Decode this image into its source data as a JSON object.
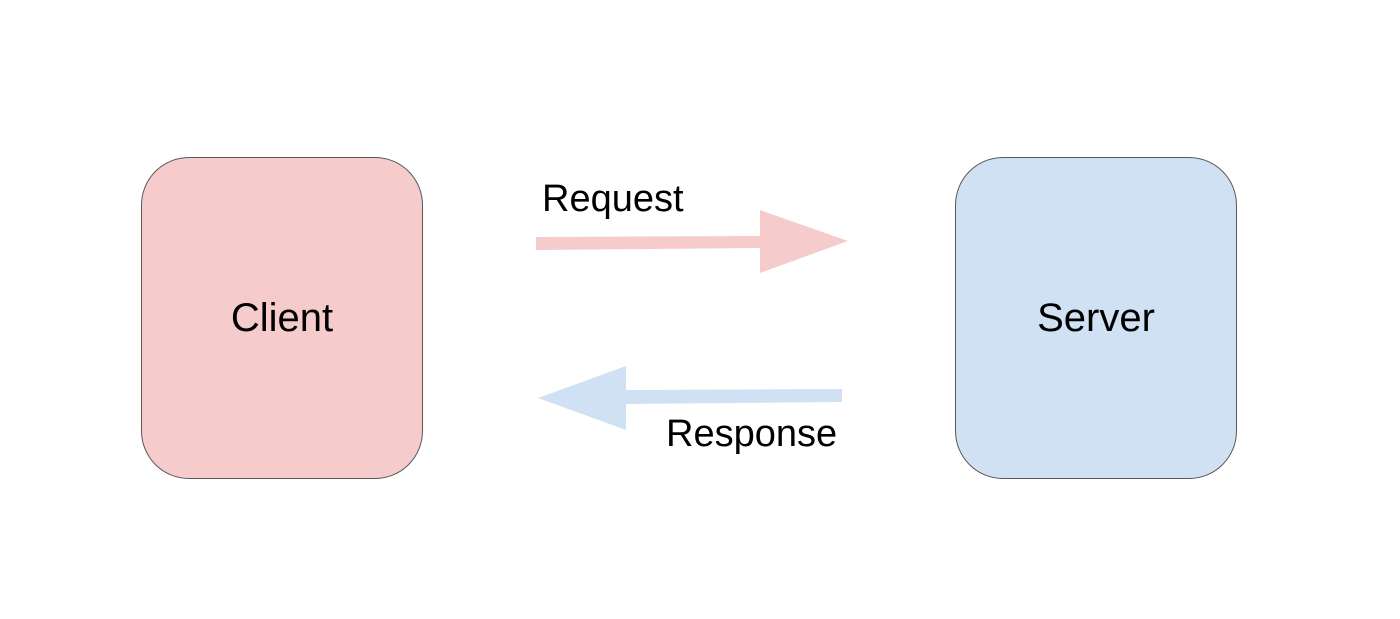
{
  "diagram": {
    "client": {
      "label": "Client",
      "fill": "#f6cbcc"
    },
    "server": {
      "label": "Server",
      "fill": "#cfe1f2"
    },
    "request": {
      "label": "Request",
      "color": "#f6cbcc",
      "direction": "client-to-server"
    },
    "response": {
      "label": "Response",
      "color": "#cfe1f2",
      "direction": "server-to-client"
    }
  }
}
